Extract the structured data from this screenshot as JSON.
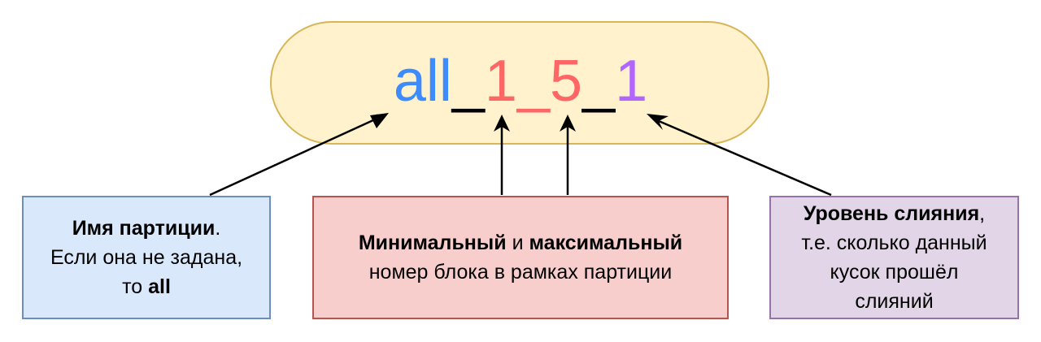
{
  "diagram": {
    "title_parts": [
      {
        "text": "all",
        "color": "#3D8BFD",
        "role": "partition-name"
      },
      {
        "text": "_",
        "color": "#000000",
        "role": "separator"
      },
      {
        "text": "1",
        "color": "#FF6666",
        "role": "min-block"
      },
      {
        "text": "_",
        "color": "#FF6666",
        "role": "separator"
      },
      {
        "text": "5",
        "color": "#FF6666",
        "role": "max-block"
      },
      {
        "text": "_",
        "color": "#000000",
        "role": "separator"
      },
      {
        "text": "1",
        "color": "#B266FF",
        "role": "merge-level"
      }
    ],
    "pill": {
      "fill": "#FFF2CC",
      "stroke": "#D6B656"
    },
    "boxes": [
      {
        "id": "partition",
        "fill": "#DAE8FC",
        "stroke": "#6C8EBF",
        "line1_bold": "Имя партиции",
        "line1_rest": ".",
        "line2": "Если она не задана,",
        "line3_prefix": "то ",
        "line3_bold": "all"
      },
      {
        "id": "block-range",
        "fill": "#F8CECC",
        "stroke": "#B85450",
        "line1_bold_a": "Минимальный",
        "line1_mid": " и ",
        "line1_bold_b": "максимальный",
        "line2": "номер блока в рамках партиции"
      },
      {
        "id": "merge-level",
        "fill": "#E1D5E7",
        "stroke": "#9673A6",
        "line1_bold": "Уровень слияния",
        "line1_rest": ",",
        "line2": "т.е. сколько данный",
        "line3": "кусок прошёл",
        "line4": "слияний"
      }
    ]
  }
}
